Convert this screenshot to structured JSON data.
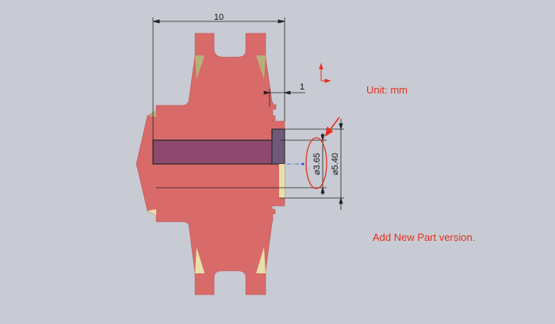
{
  "drawing": {
    "dimensions": {
      "overall_width": "10",
      "step_offset": "1",
      "inner_diameter": "⌀3.65",
      "outer_diameter": "⌀5.40"
    },
    "notes": {
      "unit": "Unit: mm",
      "version": "Add New Part version."
    }
  },
  "colors": {
    "background": "#c8cbd3",
    "part": "#d86a6a",
    "bore": "#8e4a6e",
    "face": "#e8e0a8",
    "annotation": "#e53020"
  }
}
